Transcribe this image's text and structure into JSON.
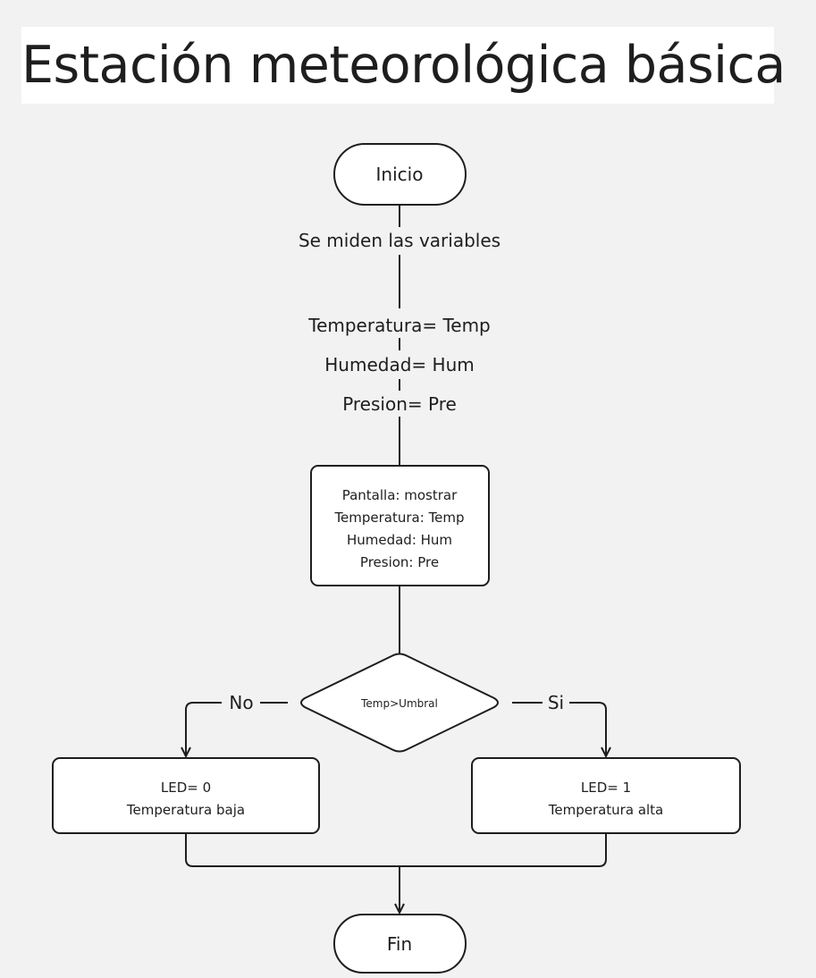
{
  "title": "Estación meteorológica básica",
  "nodes": {
    "start": "Inicio",
    "measure_label": "Se miden las variables",
    "var_temp": "Temperatura= Temp",
    "var_hum": "Humedad= Hum",
    "var_pre": "Presion= Pre",
    "display_lines": [
      "Pantalla: mostrar",
      "Temperatura: Temp",
      "Humedad: Hum",
      "Presion: Pre"
    ],
    "decision": "Temp>Umbral",
    "branch_no": "No",
    "branch_si": "Si",
    "led_off_lines": [
      "LED= 0",
      "Temperatura baja"
    ],
    "led_on_lines": [
      "LED= 1",
      "Temperatura alta"
    ],
    "end": "Fin"
  },
  "colors": {
    "background": "#f2f2f2",
    "node_fill": "#ffffff",
    "stroke": "#1e1e1e",
    "text": "#1e1e1e"
  }
}
